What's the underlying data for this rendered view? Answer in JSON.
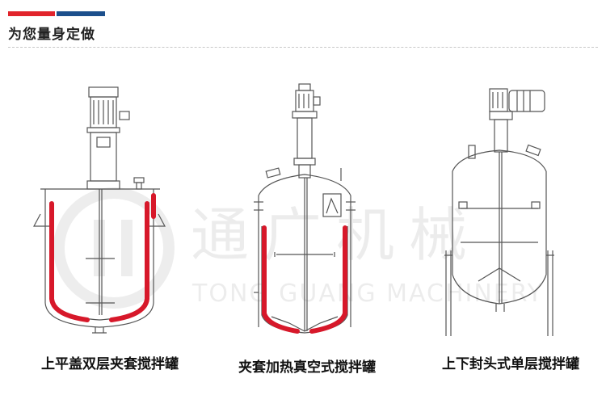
{
  "header": {
    "title": "为您量身定做"
  },
  "watermark": {
    "company_cn": "通广机械",
    "company_en": "TONG GUANG MACHINERY"
  },
  "tanks": [
    {
      "caption": "上平盖双层夹套搅拌罐"
    },
    {
      "caption": "夹套加热真空式搅拌罐"
    },
    {
      "caption": "上下封头式单层搅拌罐"
    }
  ],
  "colors": {
    "accent_red": "#e1242b",
    "accent_blue": "#1c4f8c",
    "jacket": "#d7182a",
    "line": "#555555"
  }
}
